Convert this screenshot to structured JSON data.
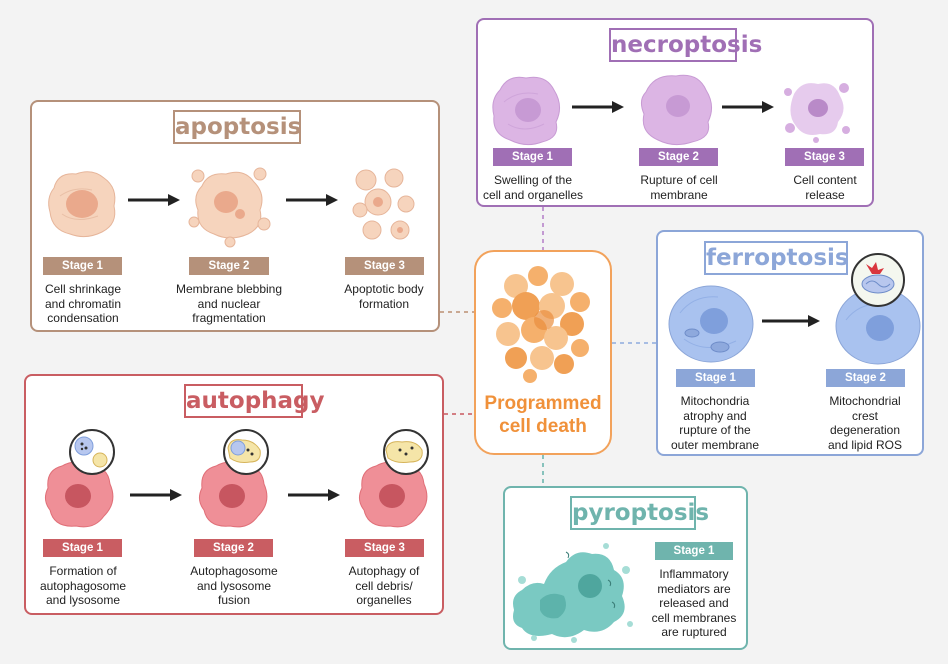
{
  "colors": {
    "apoptosis": "#b5917a",
    "necroptosis": "#a06fb5",
    "ferroptosis": "#8ca6d8",
    "autophagy": "#c95d62",
    "pyroptosis": "#6fb4ad",
    "center": "#f0913a"
  },
  "center": {
    "title": "Programmed\ncell death"
  },
  "apoptosis": {
    "title": "apoptosis",
    "stages": [
      {
        "label": "Stage 1",
        "desc": "Cell shrinkage\nand chromatin\ncondensation"
      },
      {
        "label": "Stage 2",
        "desc": "Membrane blebbing\nand nuclear\nfragmentation"
      },
      {
        "label": "Stage 3",
        "desc": "Apoptotic body\nformation"
      }
    ]
  },
  "necroptosis": {
    "title": "necroptosis",
    "stages": [
      {
        "label": "Stage 1",
        "desc": "Swelling of the\ncell and organelles"
      },
      {
        "label": "Stage 2",
        "desc": "Rupture of cell\nmembrane"
      },
      {
        "label": "Stage 3",
        "desc": "Cell content\nrelease"
      }
    ]
  },
  "ferroptosis": {
    "title": "ferroptosis",
    "stages": [
      {
        "label": "Stage 1",
        "desc": "Mitochondria\natrophy and\nrupture of the\nouter membrane"
      },
      {
        "label": "Stage 2",
        "desc": "Mitochondrial\ncrest\ndegeneration\nand lipid ROS"
      }
    ]
  },
  "autophagy": {
    "title": "autophagy",
    "stages": [
      {
        "label": "Stage 1",
        "desc": "Formation of\nautophagosome\nand lysosome"
      },
      {
        "label": "Stage 2",
        "desc": "Autophagosome\nand lysosome\nfusion"
      },
      {
        "label": "Stage 3",
        "desc": "Autophagy of\ncell debris/\norganelles"
      }
    ]
  },
  "pyroptosis": {
    "title": "pyroptosis",
    "stages": [
      {
        "label": "Stage 1",
        "desc": "Inflammatory\nmediators are\nreleased and\ncell membranes\nare ruptured"
      }
    ]
  }
}
